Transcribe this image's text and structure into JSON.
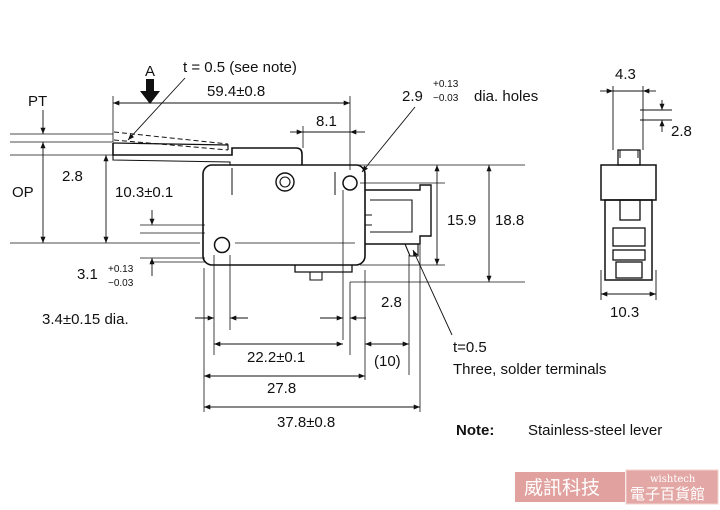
{
  "dims": {
    "view_label": "A",
    "thickness_note": "t = 0.5 (see note)",
    "lever_length": "59.4±0.8",
    "pt": "PT",
    "op": "OP",
    "op_value": "2.8",
    "hole_pos": "10.3±0.1",
    "hole_base": "3.1",
    "hole_sup": "+0.13",
    "hole_sub": "−0.03",
    "hole_dia": "3.4±0.15 dia.",
    "top_offset": "8.1",
    "small_hole_base": "2.9",
    "small_hole_sup": "+0.13",
    "small_hole_sub": "−0.03",
    "small_hole_text": "dia. holes",
    "height_inner": "15.9",
    "height_outer": "18.8",
    "term_pitch": "2.8",
    "term_ref": "(10)",
    "hole_spacing": "22.2±0.1",
    "body_len_a": "27.8",
    "body_len_b": "37.8±0.8",
    "term_thickness": "t=0.5",
    "term_desc": "Three, solder terminals",
    "side_top": "4.3",
    "side_offset": "2.8",
    "side_width": "10.3"
  },
  "note": {
    "label": "Note:",
    "text": "Stainless-steel lever"
  },
  "watermark": {
    "main": "威訊科技",
    "sub_top": "wishtech",
    "sub_bottom": "電子百貨館"
  },
  "colors": {
    "line": "#111111",
    "watermark_bg": "#c9534f",
    "watermark_border": "#e9a8a4"
  }
}
